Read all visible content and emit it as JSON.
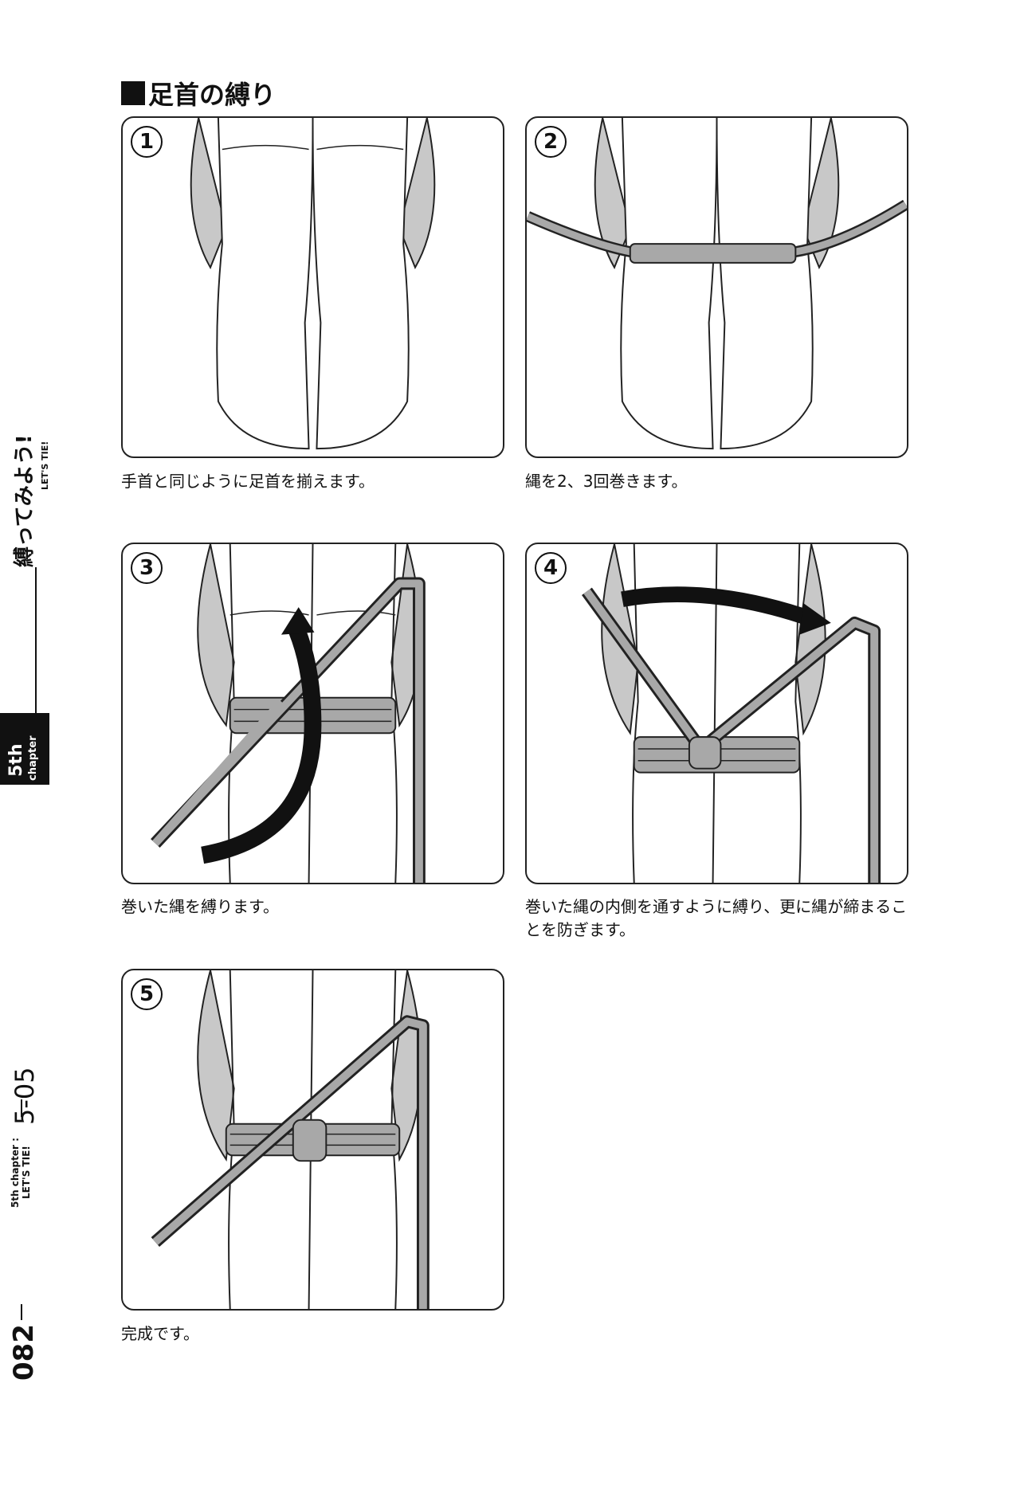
{
  "title": "足首の縛り",
  "steps": [
    {
      "number": "1",
      "caption": "手首と同じように足首を揃えます。"
    },
    {
      "number": "2",
      "caption": "縄を2、3回巻きます。"
    },
    {
      "number": "3",
      "caption": "巻いた縄を縛ります。"
    },
    {
      "number": "4",
      "caption": "巻いた縄の内側を通すように縛り、更に縄が締まることを防ぎます。"
    },
    {
      "number": "5",
      "caption": "完成です。"
    }
  ],
  "margin": {
    "chapter_title": "縛ってみよう!",
    "chapter_subtitle": "LET'S TIE!",
    "chapter_num": "5th",
    "chapter_word": "chapter",
    "section": "5-05",
    "footer_line1": "5th chapter :",
    "footer_line2": "LET'S TIE!",
    "page": "082"
  }
}
